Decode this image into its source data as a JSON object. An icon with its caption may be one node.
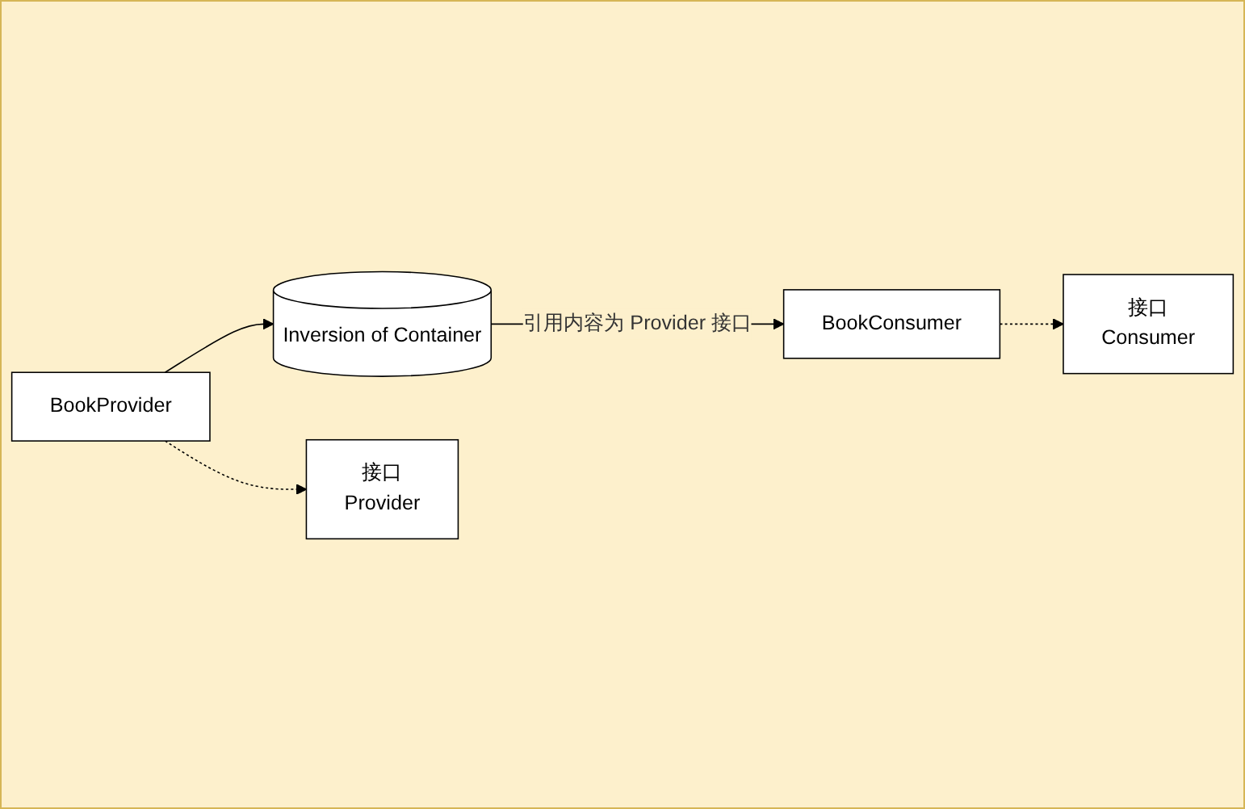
{
  "diagram": {
    "nodes": [
      {
        "text": [
          "接口",
          "Consumer"
        ]
      },
      {
        "text": [
          "BookConsumer"
        ]
      },
      {
        "text": [
          "Inversion of Container"
        ]
      },
      {
        "text": [
          "接口",
          "Provider"
        ]
      },
      {
        "text": [
          "BookProvider"
        ]
      }
    ],
    "edges": [
      {
        "from": 1,
        "to": 0,
        "arrow": "to",
        "style": "dashed"
      },
      {
        "from": 2,
        "to": 1,
        "arrow": "to",
        "label": "引用内容为 Provider 接口"
      },
      {
        "from": 4,
        "to": 2,
        "arrow": "to"
      },
      {
        "from": 4,
        "to": 3,
        "arrow": "to",
        "style": "dashed"
      }
    ]
  }
}
